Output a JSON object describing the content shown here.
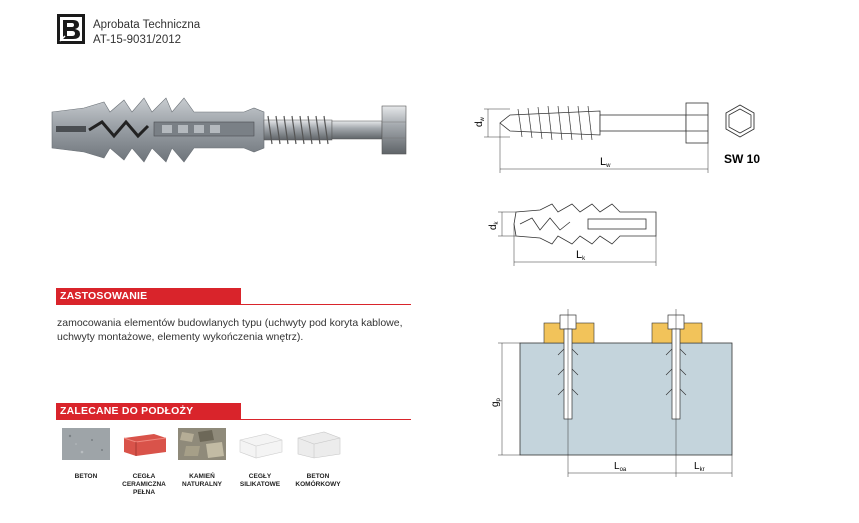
{
  "header": {
    "approval_line1": "Aprobata Techniczna",
    "approval_line2": "AT-15-9031/2012"
  },
  "drawing_labels": {
    "dw": "d",
    "dw_sub": "w",
    "lw": "L",
    "lw_sub": "w",
    "sw": "SW 10",
    "dk": "d",
    "dk_sub": "k",
    "lk": "L",
    "lk_sub": "k",
    "gp": "g",
    "gp_sub": "p",
    "loa": "L",
    "loa_sub": "oa",
    "lkr": "L",
    "lkr_sub": "kr"
  },
  "sections": {
    "zastosowanie_title": "ZASTOSOWANIE",
    "zastosowanie_text": "zamocowania elementów budowlanych typu (uchwyty pod koryta kablowe, uchwyty montażowe, elementy wykończenia wnętrz).",
    "podloza_title": "ZALECANE DO PODŁOŻY"
  },
  "substrates": [
    {
      "label": "BETON",
      "icon": "concrete-texture"
    },
    {
      "label": "CEGŁA CERAMICZNA PEŁNA",
      "icon": "brick"
    },
    {
      "label": "KAMIEŃ NATURALNY",
      "icon": "stone-texture"
    },
    {
      "label": "CEGŁY SILIKATOWE",
      "icon": "silicate-block"
    },
    {
      "label": "BETON KOMÓRKOWY",
      "icon": "aerated-block"
    }
  ],
  "colors": {
    "accent_red": "#d9242b"
  }
}
